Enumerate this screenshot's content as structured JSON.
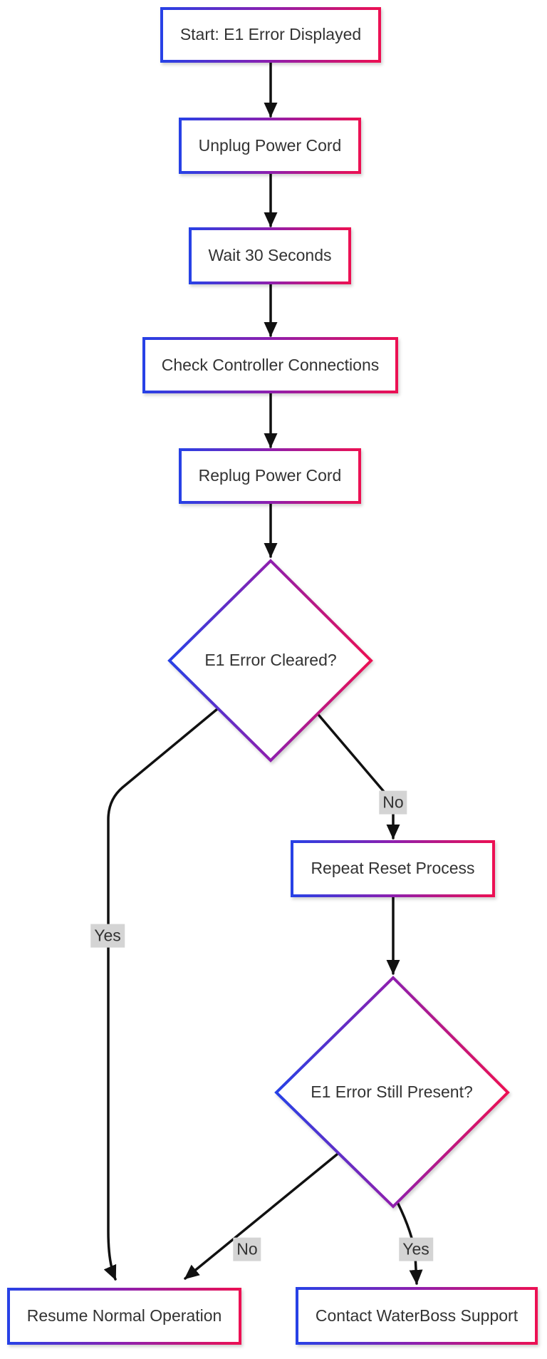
{
  "diagram": {
    "type": "flowchart",
    "direction": "top-down",
    "background": "#ffffff",
    "colors": {
      "node_fill": "#ffffff",
      "node_border_gradient_start": "#2741e6",
      "node_border_gradient_mid": "#8e1fae",
      "node_border_gradient_end": "#ec1053",
      "node_text": "#333333",
      "edge_line": "#111111",
      "edge_label_background": "#d4d4d4",
      "edge_label_text": "#333333"
    },
    "nodes": [
      {
        "id": "start",
        "shape": "rect",
        "label": "Start: E1 Error Displayed"
      },
      {
        "id": "unplug",
        "shape": "rect",
        "label": "Unplug Power Cord"
      },
      {
        "id": "wait",
        "shape": "rect",
        "label": "Wait 30 Seconds"
      },
      {
        "id": "check",
        "shape": "rect",
        "label": "Check Controller Connections"
      },
      {
        "id": "replug",
        "shape": "rect",
        "label": "Replug Power Cord"
      },
      {
        "id": "cleared",
        "shape": "diamond",
        "label": "E1 Error Cleared?"
      },
      {
        "id": "repeat",
        "shape": "rect",
        "label": "Repeat Reset Process"
      },
      {
        "id": "still",
        "shape": "diamond",
        "label": "E1 Error Still Present?"
      },
      {
        "id": "resume",
        "shape": "rect",
        "label": "Resume Normal Operation"
      },
      {
        "id": "contact",
        "shape": "rect",
        "label": "Contact WaterBoss Support"
      }
    ],
    "edges": [
      {
        "from": "start",
        "to": "unplug",
        "label": ""
      },
      {
        "from": "unplug",
        "to": "wait",
        "label": ""
      },
      {
        "from": "wait",
        "to": "check",
        "label": ""
      },
      {
        "from": "check",
        "to": "replug",
        "label": ""
      },
      {
        "from": "replug",
        "to": "cleared",
        "label": ""
      },
      {
        "from": "cleared",
        "to": "repeat",
        "label": "No"
      },
      {
        "from": "cleared",
        "to": "resume",
        "label": "Yes"
      },
      {
        "from": "repeat",
        "to": "still",
        "label": ""
      },
      {
        "from": "still",
        "to": "resume",
        "label": "No"
      },
      {
        "from": "still",
        "to": "contact",
        "label": "Yes"
      }
    ]
  }
}
